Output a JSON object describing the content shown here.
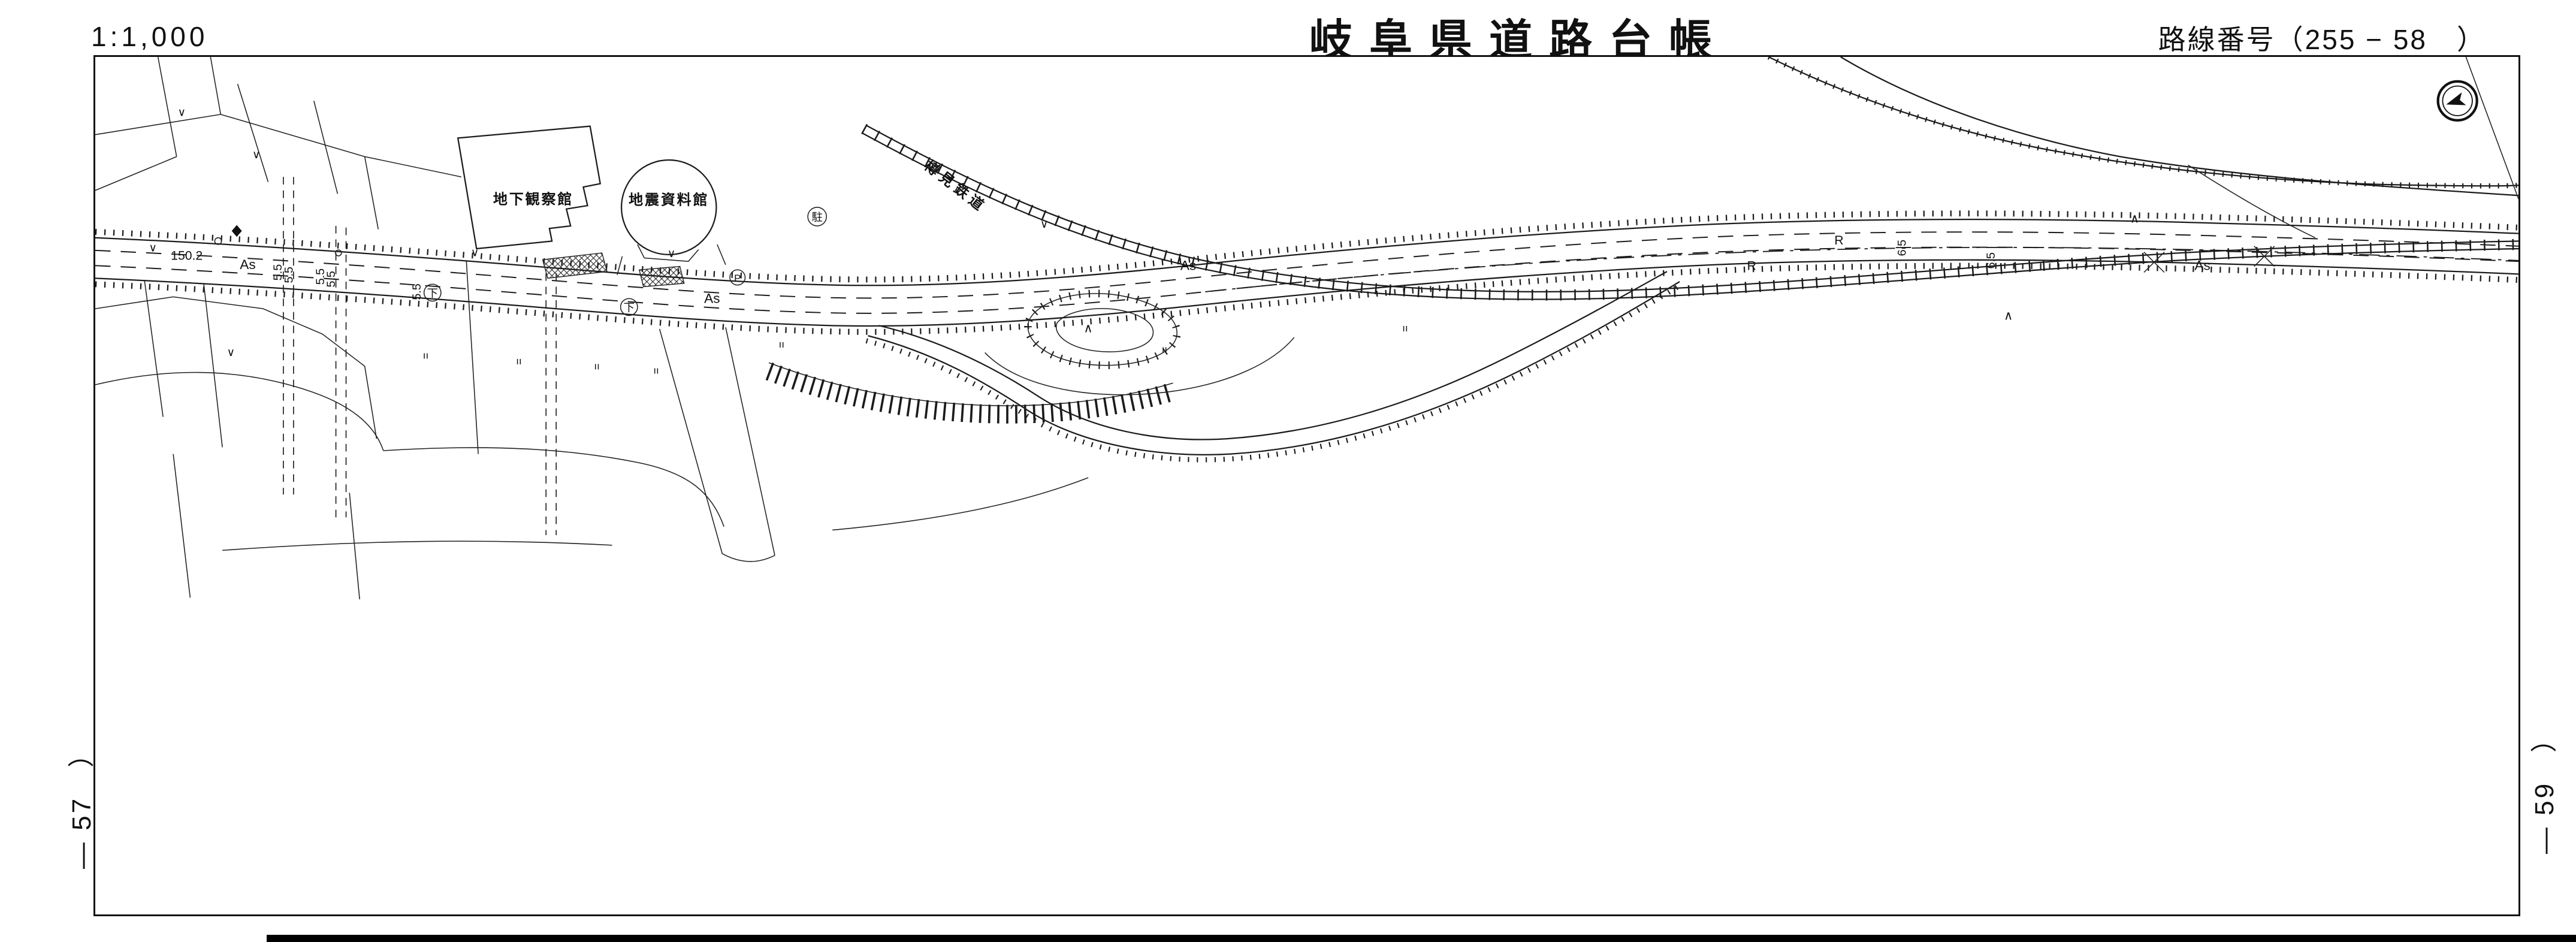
{
  "header": {
    "scale": "1:1,000",
    "title": "岐阜県道路台帳",
    "route_label": "路線番号（255 − 58　）"
  },
  "sheet_refs": {
    "left": "— 57　）",
    "right": "— 59　）"
  },
  "map": {
    "buildings": {
      "underground_observatory": "地下観察館",
      "earthquake_museum": "地震資料館"
    },
    "railway_name": "樽見鉄道",
    "annotations": {
      "elevation": "150.2",
      "surface_as": "As",
      "width_55": "5.5",
      "width_65": "6.5",
      "radius_r": "R",
      "parking": "駐",
      "p_marker": "P",
      "down_marker": "下"
    },
    "symbols": {
      "grass": "∨",
      "conifer": "∧",
      "veg": "ıı"
    }
  }
}
